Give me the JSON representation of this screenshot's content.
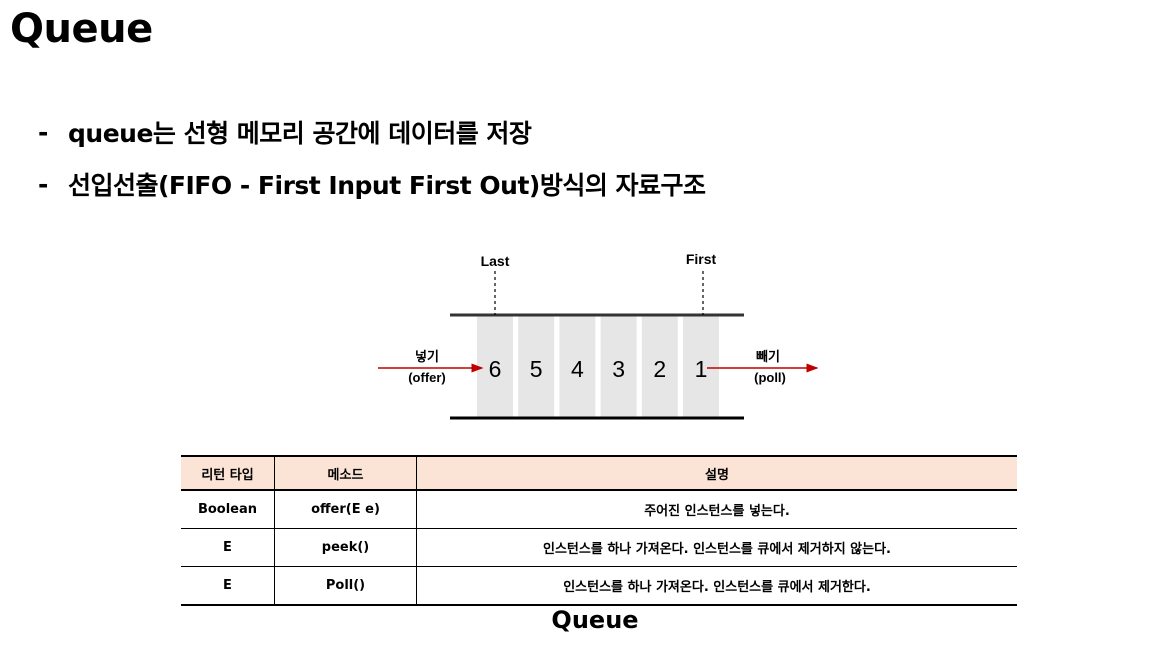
{
  "title": "Queue",
  "bullets": [
    {
      "dash": "-",
      "text": "queue는 선형 메모리 공간에 데이터를 저장"
    },
    {
      "dash": "-",
      "text": "선입선출(FIFO - First Input First Out)방식의 자료구조"
    }
  ],
  "diagram": {
    "last_label": "Last",
    "first_label": "First",
    "cells": [
      "6",
      "5",
      "4",
      "3",
      "2",
      "1"
    ],
    "in_label": "넣기",
    "in_sub": "(offer)",
    "out_label": "빼기",
    "out_sub": "(poll)",
    "arrow_color": "#c00000",
    "cell_color": "#e6e6e6"
  },
  "table": {
    "headers": [
      "리턴 타입",
      "메소드",
      "설명"
    ],
    "header_color": "#fbe4d5",
    "rows": [
      [
        "Boolean",
        "offer(E e)",
        "주어진 인스턴스를 넣는다."
      ],
      [
        "E",
        "peek()",
        "인스턴스를 하나 가져온다. 인스턴스를 큐에서 제거하지 않는다."
      ],
      [
        "E",
        "Poll()",
        "인스턴스를 하나 가져온다. 인스턴스를 큐에서 제거한다."
      ]
    ]
  },
  "caption": "Queue"
}
